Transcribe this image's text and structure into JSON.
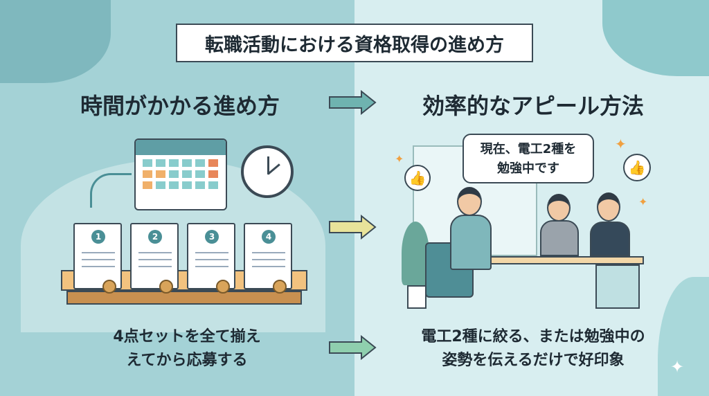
{
  "title": "転職活動における資格取得の進め方",
  "left": {
    "heading": "時間がかかる進め方",
    "documents": [
      "1",
      "2",
      "3",
      "4"
    ],
    "caption_lines": [
      "4点セットを全て揃え",
      "えてから応募する"
    ]
  },
  "right": {
    "heading": "効率的なアピール方法",
    "speech_lines": [
      "現在、電工2種を",
      "勉強中です"
    ],
    "caption_lines": [
      "電工2種に絞る、または勉強中の",
      "姿勢を伝えるだけで好印象"
    ]
  },
  "colors": {
    "left_bg": "#a4d2d6",
    "right_bg": "#d8eef0",
    "accent": "#4a8f96"
  }
}
